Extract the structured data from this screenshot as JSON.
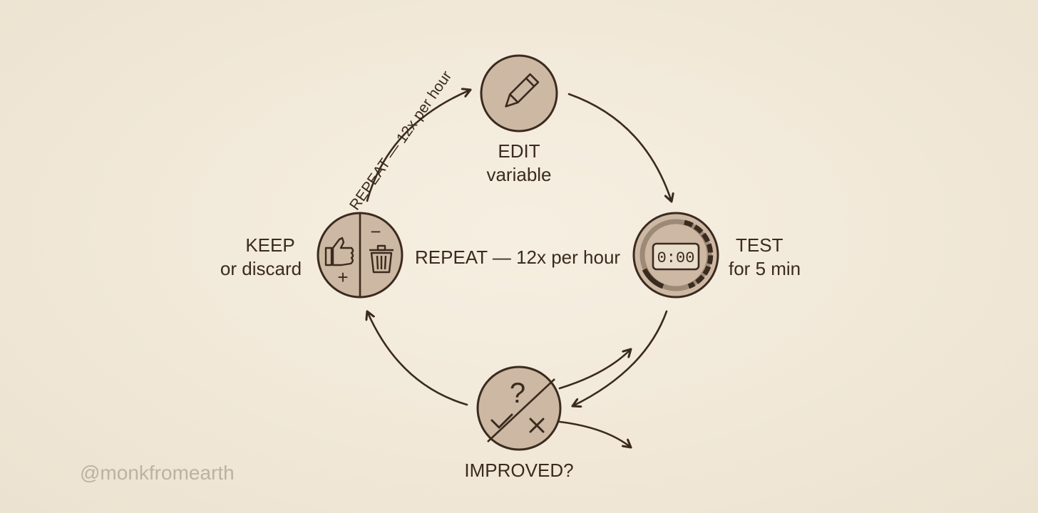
{
  "colors": {
    "background": "#f3ebdc",
    "ink": "#3b2a1f",
    "node_fill": "#cdb8a3",
    "watermark": "#bcb2a2"
  },
  "nodes": {
    "edit": {
      "title": "EDIT",
      "subtitle": "variable",
      "icon": "pencil-icon"
    },
    "test": {
      "title": "TEST",
      "subtitle": "for 5 min",
      "icon": "timer-icon",
      "timer_display": "0:00"
    },
    "improved": {
      "title": "IMPROVED?",
      "icon": "question-check-cross-icon",
      "mark": "?"
    },
    "keep": {
      "title": "KEEP",
      "subtitle": "or discard",
      "icon": "thumbs-up-trash-icon",
      "plus": "+",
      "minus": "−"
    }
  },
  "repeat_center": "REPEAT — 12x per hour",
  "repeat_arc": "REPEAT — 12x per hour",
  "watermark": "@monkfromearth"
}
